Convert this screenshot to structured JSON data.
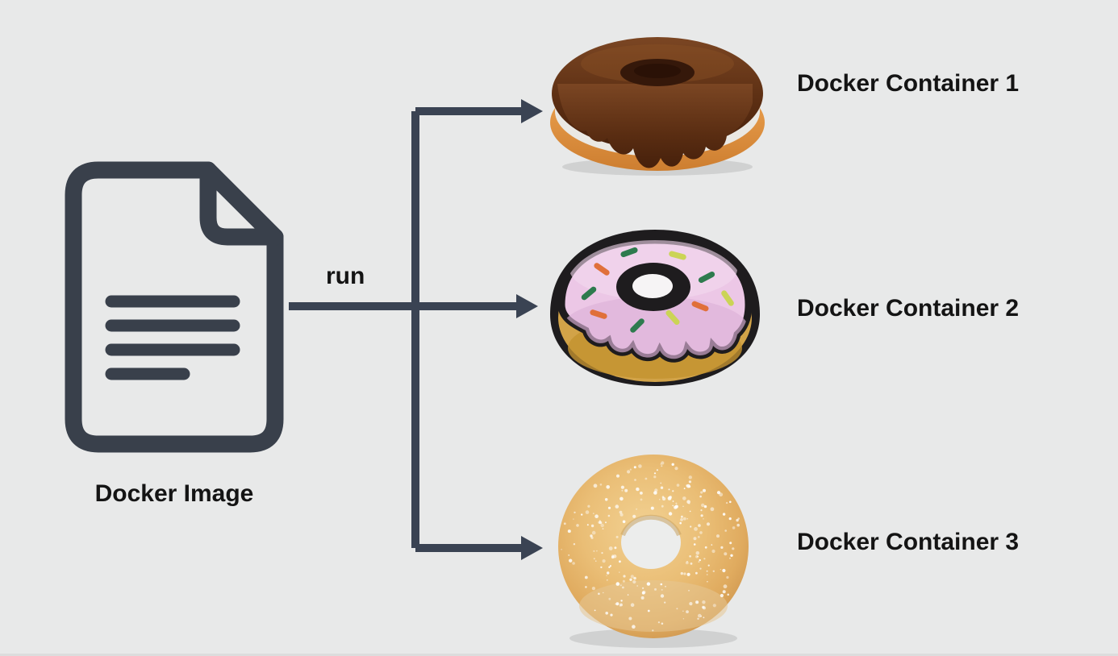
{
  "diagram": {
    "title_hint": "Docker image runs multiple containers",
    "background_color": "#e8e9e9",
    "arrow_color": "#3a4353",
    "icon_color": "#39404b",
    "text_color": "#141414",
    "source": {
      "label": "Docker Image",
      "icon": "document-file-icon"
    },
    "action": {
      "label": "run"
    },
    "targets": [
      {
        "label": "Docker Container 1",
        "donut": "chocolate-glazed-donut"
      },
      {
        "label": "Docker Container 2",
        "donut": "pink-frosted-sprinkle-donut"
      },
      {
        "label": "Docker Container 3",
        "donut": "sugar-coated-donut"
      }
    ],
    "donut_colors": {
      "chocolate": "#5a2d12",
      "dough_orange": "#e2953f",
      "cream_band": "#eae8e3",
      "pink_glaze": "#ecc7e6",
      "cartoon_outline": "#1e1c1e",
      "cartoon_dough": "#d2a348",
      "sprinkle_green": "#2e7b4e",
      "sprinkle_orange": "#e0703a",
      "sprinkle_yellow": "#cbd456",
      "sugar_gold": "#e9bc74"
    }
  }
}
